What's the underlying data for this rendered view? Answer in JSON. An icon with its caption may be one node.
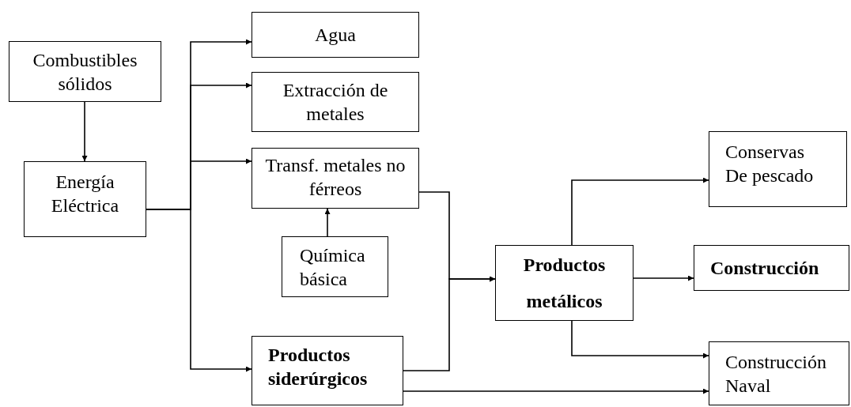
{
  "diagram": {
    "nodes": [
      {
        "text": [
          "Combustibles sólidos"
        ]
      },
      {
        "text": [
          "Energía Eléctrica"
        ]
      },
      {
        "text": [
          "Agua"
        ]
      },
      {
        "text": [
          "Extracción de metales"
        ]
      },
      {
        "text": [
          "Transf. metales no férreos"
        ]
      },
      {
        "text": [
          "Química básica"
        ]
      },
      {
        "text": [
          "Productos siderúrgicos"
        ]
      },
      {
        "text": [
          "Productos metálicos"
        ]
      },
      {
        "text": [
          "Conservas De pescado"
        ]
      },
      {
        "text": [
          "Construcción"
        ]
      },
      {
        "text": [
          "Construcción Naval"
        ]
      }
    ],
    "edges": [
      {
        "from": 0,
        "to": 1,
        "arrow": "to"
      },
      {
        "from": 1,
        "to": 2,
        "arrow": "to"
      },
      {
        "from": 1,
        "to": 3,
        "arrow": "to"
      },
      {
        "from": 1,
        "to": 4,
        "arrow": "to"
      },
      {
        "from": 1,
        "to": 6,
        "arrow": "to"
      },
      {
        "from": 5,
        "to": 4,
        "arrow": "to"
      },
      {
        "from": 4,
        "to": 7,
        "arrow": "to"
      },
      {
        "from": 6,
        "to": 7,
        "arrow": "to"
      },
      {
        "from": 7,
        "to": 8,
        "arrow": "to"
      },
      {
        "from": 7,
        "to": 9,
        "arrow": "to"
      },
      {
        "from": 7,
        "to": 10,
        "arrow": "to"
      },
      {
        "from": 6,
        "to": 10,
        "arrow": "to"
      }
    ]
  }
}
